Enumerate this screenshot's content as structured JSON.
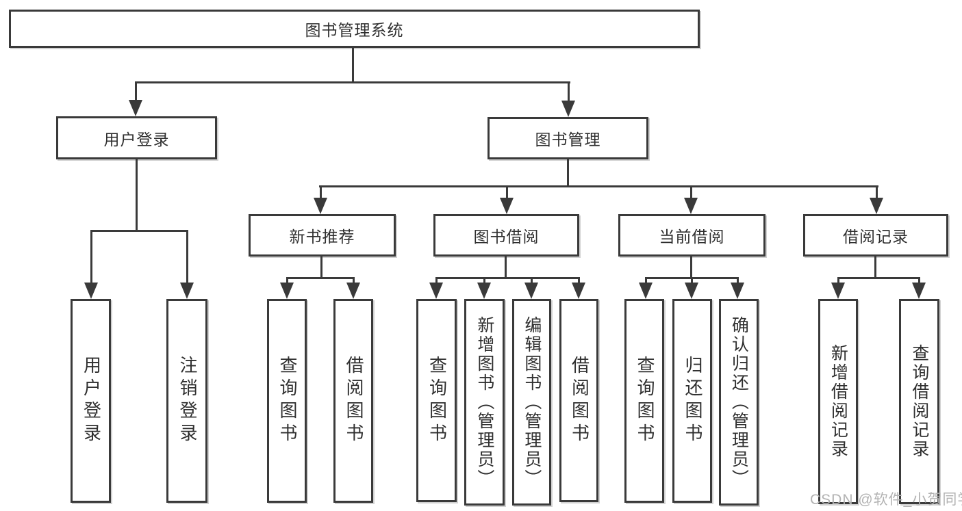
{
  "diagram": {
    "root": {
      "label": "图书管理系统"
    },
    "level2": [
      {
        "label": "用户登录"
      },
      {
        "label": "图书管理"
      }
    ],
    "level3": [
      {
        "label": "新书推荐"
      },
      {
        "label": "图书借阅"
      },
      {
        "label": "当前借阅"
      },
      {
        "label": "借阅记录"
      }
    ],
    "leaves": {
      "login": [
        "用户登录",
        "注销登录"
      ],
      "newbook": [
        "查询图书",
        "借阅图书"
      ],
      "borrow": [
        "查询图书",
        "新增图书（管理员）",
        "编辑图书（管理员）",
        "借阅图书"
      ],
      "current": [
        "查询图书",
        "归还图书",
        "确认归还（管理员）"
      ],
      "records": [
        "新增借阅记录",
        "查询借阅记录"
      ]
    },
    "colors": {
      "line": "#3a3a3a",
      "text": "#2f2f2f",
      "background": "#ffffff",
      "watermark": "#b2b2b2"
    },
    "watermark": "CSDN @软件_小贺同学"
  }
}
